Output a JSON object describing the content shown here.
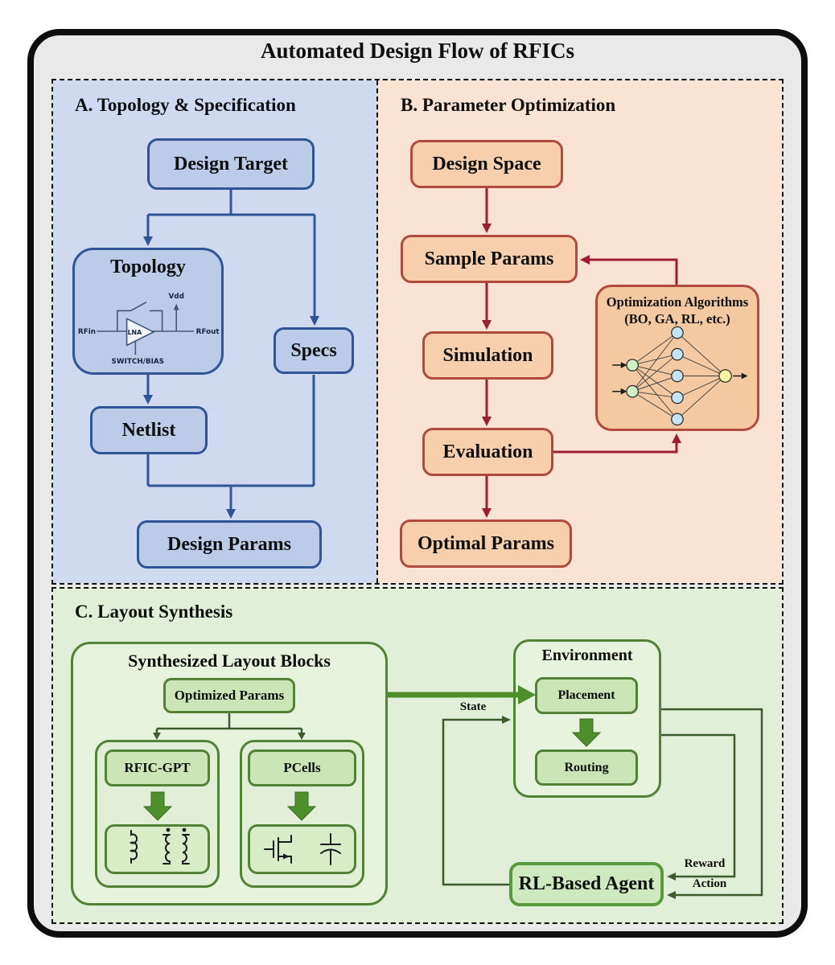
{
  "title": "Automated Design Flow of RFICs",
  "colors": {
    "frame_bg": "#e9e9e9",
    "section_a_bg": "#cfdaf1",
    "section_a_box": "#bccbe8",
    "section_a_border": "#2f5597",
    "section_b_bg": "#fae3d2",
    "section_b_box": "#f7cfac",
    "section_b_border": "#ae4b3c",
    "section_b_arrow": "#9b1f2e",
    "section_c_bg": "#e2efd8",
    "section_c_box": "#cbe5b6",
    "section_c_border": "#538135",
    "section_c_arrow": "#4e8f2c",
    "nn_input_node": "#cdf0c5",
    "nn_hidden_node": "#c2e4f5",
    "nn_output_node": "#f8f4a6"
  },
  "section_a": {
    "heading": "A. Topology & Specification",
    "design_target": "Design Target",
    "topology": "Topology",
    "specs": "Specs",
    "netlist": "Netlist",
    "design_params": "Design Params",
    "circuit": {
      "vdd": "Vdd",
      "rfin": "RFin",
      "rfout": "RFout",
      "lna": "LNA",
      "switch_bias": "SWITCH/BIAS"
    }
  },
  "section_b": {
    "heading": "B. Parameter Optimization",
    "design_space": "Design Space",
    "sample_params": "Sample Params",
    "simulation": "Simulation",
    "evaluation": "Evaluation",
    "optimal_params": "Optimal Params",
    "optimizer": {
      "title_line1": "Optimization Algorithms",
      "title_line2": "(BO, GA, RL, etc.)"
    }
  },
  "section_c": {
    "heading": "C. Layout Synthesis",
    "synthesized_title": "Synthesized Layout Blocks",
    "optimized_params": "Optimized Params",
    "rfic_gpt": "RFIC-GPT",
    "pcells": "PCells",
    "environment_title": "Environment",
    "placement": "Placement",
    "routing": "Routing",
    "agent": "RL-Based Agent",
    "labels": {
      "state": "State",
      "reward": "Reward",
      "action": "Action"
    }
  }
}
